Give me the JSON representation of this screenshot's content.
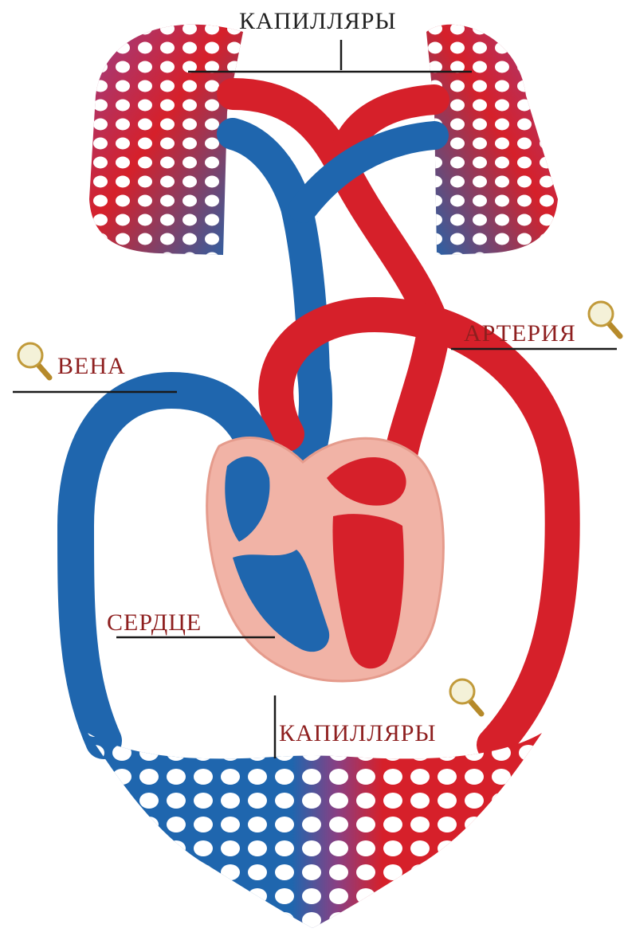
{
  "labels": {
    "capillaries_top": "КАПИЛЛЯРЫ",
    "artery": "АРТЕРИЯ",
    "vein": "ВЕНА",
    "heart": "СЕРДЦЕ",
    "capillaries_bottom": "КАПИЛЛЯРЫ"
  },
  "colors": {
    "oxygenated": "#d6202a",
    "deoxygenated": "#1f66ae",
    "mixed": "#8a3f82",
    "heart_tissue": "#f1b3a6",
    "label_red": "#8e1f1f",
    "label_dark": "#222222"
  },
  "icons": {
    "artery_marker": "magnifier-icon",
    "vein_marker": "magnifier-icon",
    "capillaries_marker": "magnifier-icon"
  }
}
